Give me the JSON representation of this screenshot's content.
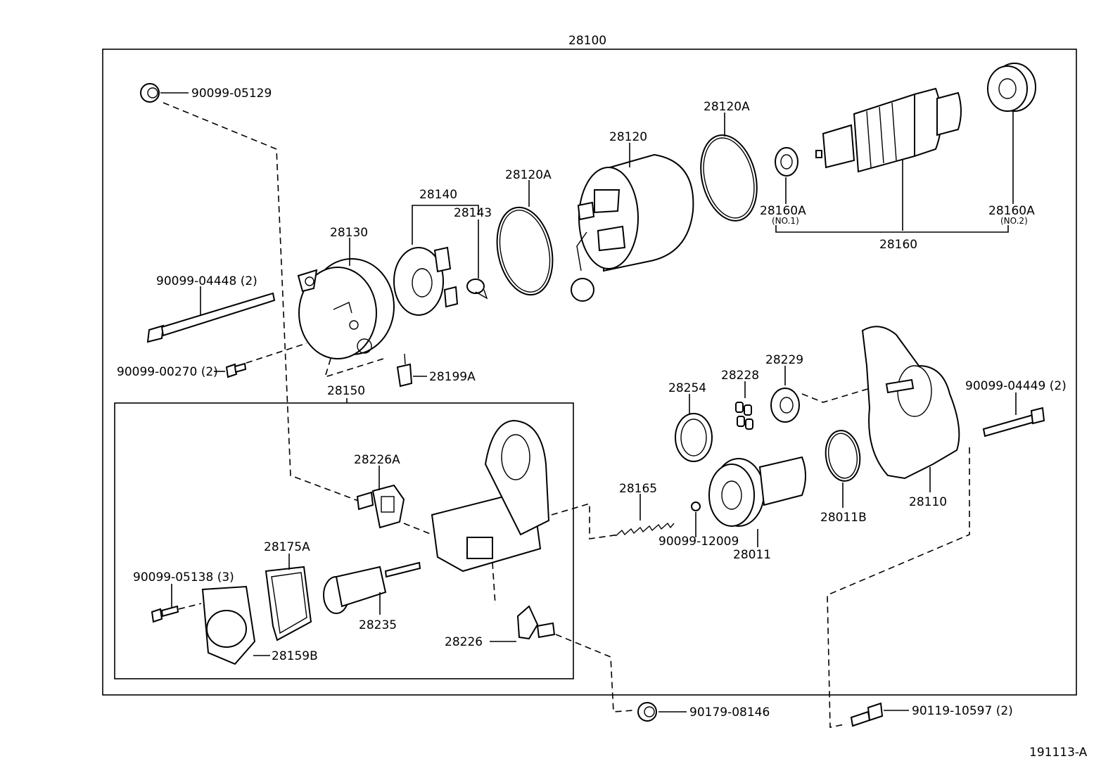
{
  "diagram": {
    "assembly_number": "28100",
    "reference_code": "191113-A",
    "subassembly_number": "28150",
    "labels": {
      "p28130": "28130",
      "p28140": "28140",
      "p28143": "28143",
      "p28120A_a": "28120A",
      "p28120": "28120",
      "p28120A_b": "28120A",
      "p28160A_1": "28160A",
      "p28160A_1_note": "(NO.1)",
      "p28160A_2": "28160A",
      "p28160A_2_note": "(NO.2)",
      "p28160": "28160",
      "b90099_05129": "90099-05129",
      "b90099_04448": "90099-04448 (2)",
      "b90099_00270": "90099-00270 (2)",
      "p28199A": "28199A",
      "p28226A": "28226A",
      "p28175A": "28175A",
      "b90099_05138": "90099-05138 (3)",
      "p28235": "28235",
      "p28159B": "28159B",
      "p28226": "28226",
      "p28165": "28165",
      "b90099_12009": "90099-12009",
      "p28254": "28254",
      "p28228": "28228",
      "p28229": "28229",
      "p28011": "28011",
      "p28011B": "28011B",
      "p28110": "28110",
      "b90099_04449": "90099-04449 (2)",
      "b90179_08146": "90179-08146",
      "b90119_10597": "90119-10597 (2)"
    }
  }
}
